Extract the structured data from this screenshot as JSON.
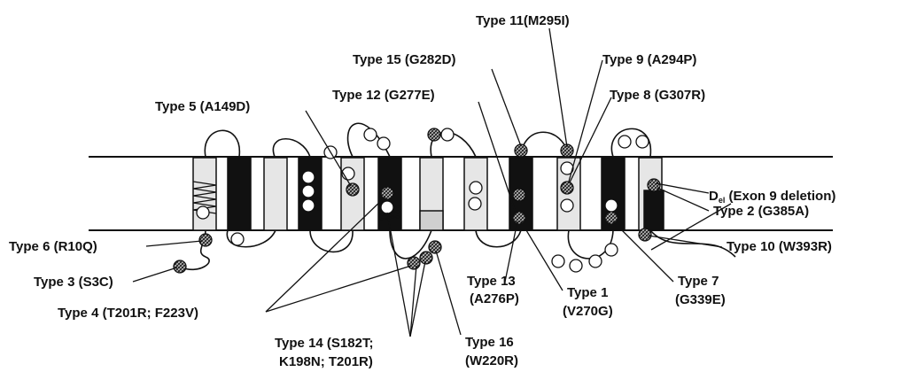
{
  "diagram": {
    "type": "membrane-topology",
    "colors": {
      "ink": "#111111",
      "grey_helix": "#e6e6e6",
      "dark_helix": "#111111",
      "hatched_residue": "#888888"
    },
    "mutation_labels": [
      {
        "id": "type11",
        "text": "Type 11(M295I)"
      },
      {
        "id": "type15",
        "text": "Type 15 (G282D)"
      },
      {
        "id": "type9",
        "text": "Type 9 (A294P)"
      },
      {
        "id": "type12",
        "text": "Type 12 (G277E)"
      },
      {
        "id": "type8",
        "text": "Type 8 (G307R)"
      },
      {
        "id": "type5",
        "text": "Type 5 (A149D)"
      },
      {
        "id": "del_d",
        "text": "D"
      },
      {
        "id": "del_sub",
        "text": "el"
      },
      {
        "id": "del_rest",
        "text": " (Exon 9 deletion)"
      },
      {
        "id": "type2",
        "text": "Type 2 (G385A)"
      },
      {
        "id": "type6",
        "text": "Type 6 (R10Q)"
      },
      {
        "id": "type10",
        "text": "Type 10 (W393R)"
      },
      {
        "id": "type3",
        "text": "Type 3 (S3C)"
      },
      {
        "id": "type13a",
        "text": "Type 13"
      },
      {
        "id": "type13b",
        "text": "(A276P)"
      },
      {
        "id": "type1a",
        "text": "Type 1"
      },
      {
        "id": "type1b",
        "text": "(V270G)"
      },
      {
        "id": "type7a",
        "text": "Type 7"
      },
      {
        "id": "type7b",
        "text": "(G339E)"
      },
      {
        "id": "type4",
        "text": "Type 4 (T201R; F223V)"
      },
      {
        "id": "type14a",
        "text": "Type 14 (S182T;"
      },
      {
        "id": "type14b",
        "text": "K198N; T201R)"
      },
      {
        "id": "type16a",
        "text": "Type 16"
      },
      {
        "id": "type16b",
        "text": "(W220R)"
      }
    ]
  }
}
